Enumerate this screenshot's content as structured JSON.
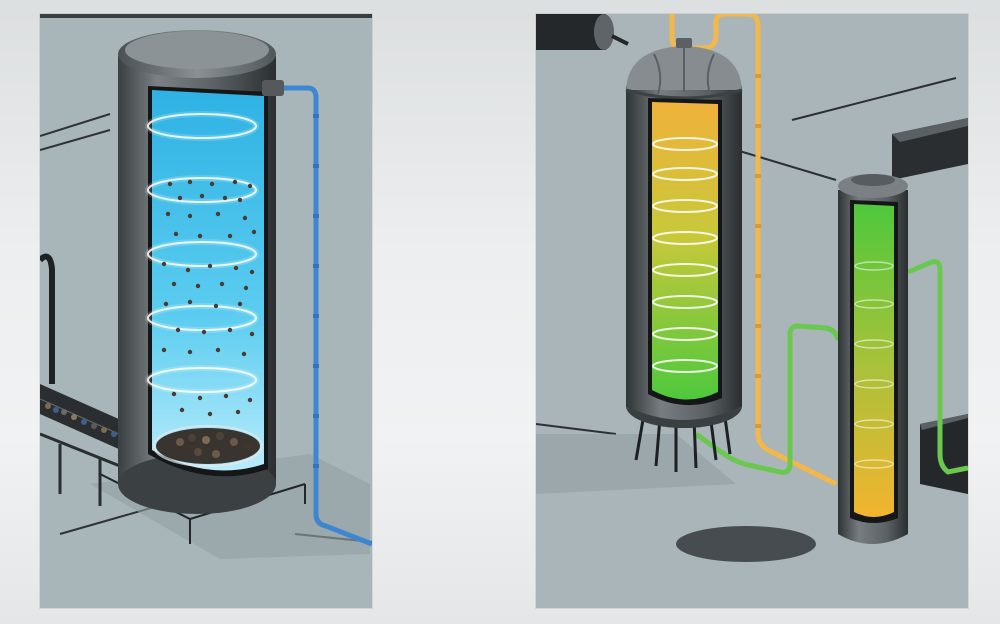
{
  "image": {
    "description_panels": 2,
    "colors": {
      "background": "#a9b5b9",
      "tank_gray": "#6c7275",
      "tank_dark": "#1a1d1f",
      "water_blue": "#35b8e8",
      "pipe_blue": "#3f8fd8",
      "liquid_yellow": "#f0b43a",
      "liquid_green": "#56c83e",
      "pipe_yellow": "#f2b84a",
      "pipe_green": "#67c84e"
    },
    "icons": [
      "water-tank",
      "distillation-column",
      "pipe",
      "conveyor",
      "air-bubble"
    ]
  }
}
